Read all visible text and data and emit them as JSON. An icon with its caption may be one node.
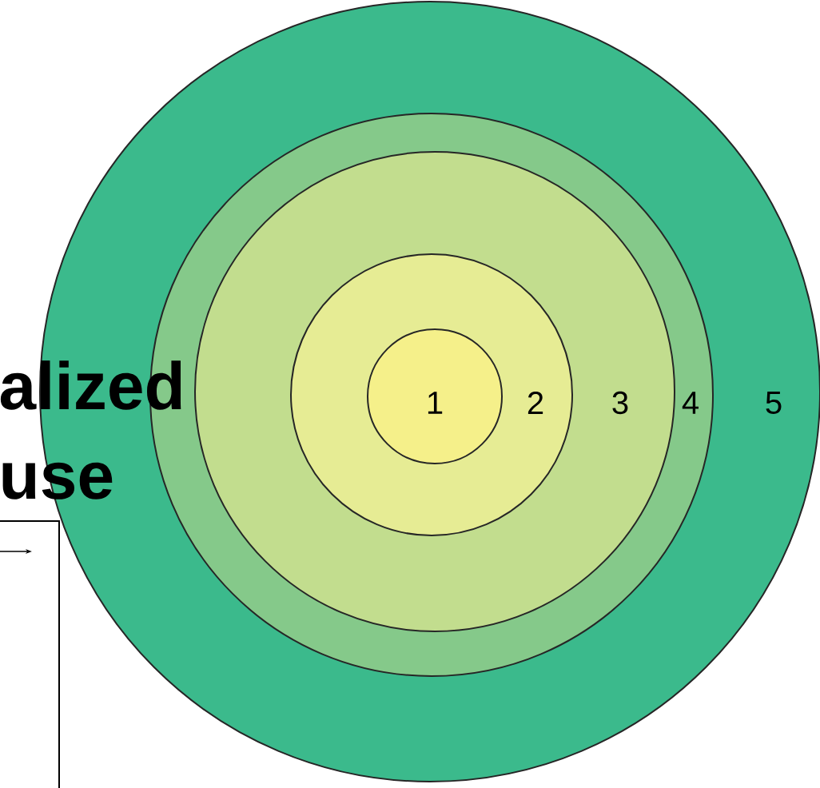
{
  "diagram": {
    "nodes": [
      {
        "text": [
          "5"
        ]
      },
      {
        "text": [
          "4"
        ],
        "in": 0
      },
      {
        "text": [
          "3"
        ],
        "in": 1
      },
      {
        "text": [
          "2"
        ],
        "in": 2
      },
      {
        "text": [
          "1"
        ],
        "in": 3
      }
    ],
    "labels": [
      "alized",
      "use"
    ]
  }
}
